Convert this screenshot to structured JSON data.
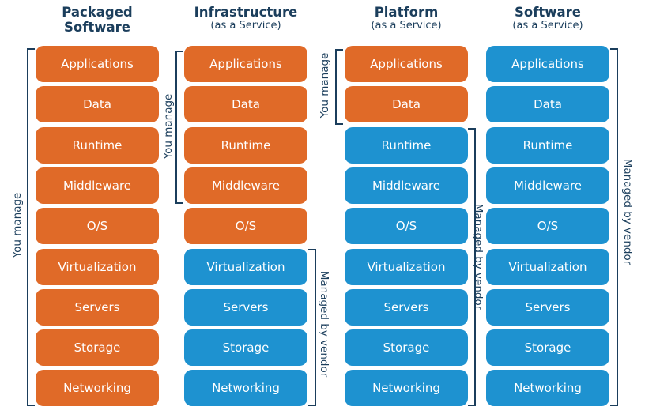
{
  "layers": [
    "Applications",
    "Data",
    "Runtime",
    "Middleware",
    "O/S",
    "Virtualization",
    "Servers",
    "Storage",
    "Networking"
  ],
  "colors": {
    "you_manage": "#e06a28",
    "vendor_managed": "#1e92d0",
    "heading": "#1b3e5c"
  },
  "columns": [
    {
      "title": "Packaged",
      "title2": "Software",
      "subtitle": "",
      "you_manage_count": 9,
      "labels": {
        "you": "You manage",
        "vendor": ""
      }
    },
    {
      "title": "Infrastructure",
      "title2": "",
      "subtitle": "(as a Service)",
      "you_manage_count": 5,
      "labels": {
        "you": "You manage",
        "vendor": "Managed by vendor"
      }
    },
    {
      "title": "Platform",
      "title2": "",
      "subtitle": "(as a Service)",
      "you_manage_count": 2,
      "labels": {
        "you": "You manage",
        "vendor": "Managed by vendor"
      }
    },
    {
      "title": "Software",
      "title2": "",
      "subtitle": "(as a Service)",
      "you_manage_count": 0,
      "labels": {
        "you": "",
        "vendor": "Managed by vendor"
      }
    }
  ]
}
